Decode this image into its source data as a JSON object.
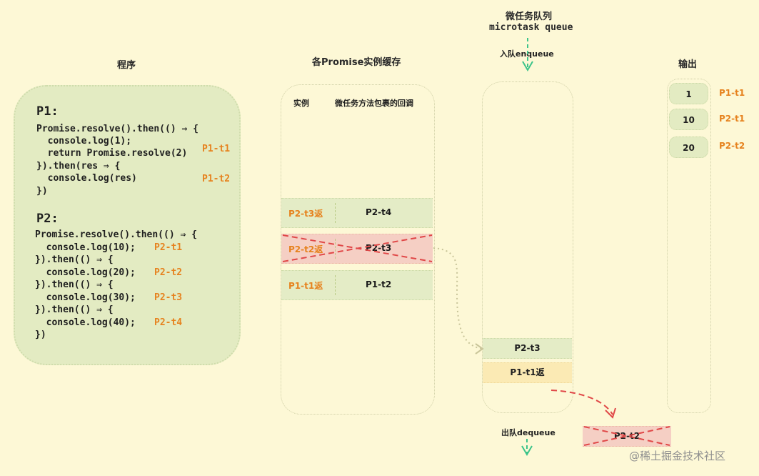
{
  "headings": {
    "program": "程序",
    "cache": "各Promise实例缓存",
    "queue_title_cn": "微任务队列",
    "queue_title_en": "microtask queue",
    "enqueue": "入队enqueue",
    "output": "输出",
    "dequeue": "出队dequeue"
  },
  "program": {
    "p1_label": "P1:",
    "p1_lines": [
      "Promise.resolve().then(() ⇒ {",
      "  console.log(1);",
      "  return Promise.resolve(2)",
      "}).then(res ⇒ {",
      "  console.log(res)",
      "})"
    ],
    "p1_tags": [
      "P1-t1",
      "P1-t2"
    ],
    "p2_label": "P2:",
    "p2_lines": [
      "Promise.resolve().then(() ⇒ {",
      "  console.log(10);",
      "}).then(() ⇒ {",
      "  console.log(20);",
      "}).then(() ⇒ {",
      "  console.log(30);",
      "}).then(() ⇒ {",
      "  console.log(40);",
      "})"
    ],
    "p2_tags": [
      "P2-t1",
      "P2-t2",
      "P2-t3",
      "P2-t4"
    ]
  },
  "cache": {
    "col_instance": "实例",
    "col_callback": "微任务方法包裹的回调",
    "rows": [
      {
        "instance": "P2-t3返",
        "callback": "P2-t4",
        "crossed": false
      },
      {
        "instance": "P2-t2返",
        "callback": "P2-t3",
        "crossed": true
      },
      {
        "instance": "P1-t1返",
        "callback": "P1-t2",
        "crossed": false
      }
    ]
  },
  "queue": {
    "items": [
      "P2-t3",
      "P1-t1返"
    ],
    "dequeued": "P2-t2"
  },
  "output": {
    "values": [
      "1",
      "10",
      "20"
    ],
    "tags": [
      "P1-t1",
      "P2-t1",
      "P2-t2"
    ]
  },
  "watermark": "@稀土掘金技术社区",
  "colors": {
    "background": "#fdf8d6",
    "accent_orange": "#e6821e",
    "arrow_green": "#3cc48a",
    "cross_red": "#e04848",
    "green_fill": "#e3ebc2",
    "red_fill": "#f5cfc4",
    "yellow_fill": "#fbeab4"
  }
}
